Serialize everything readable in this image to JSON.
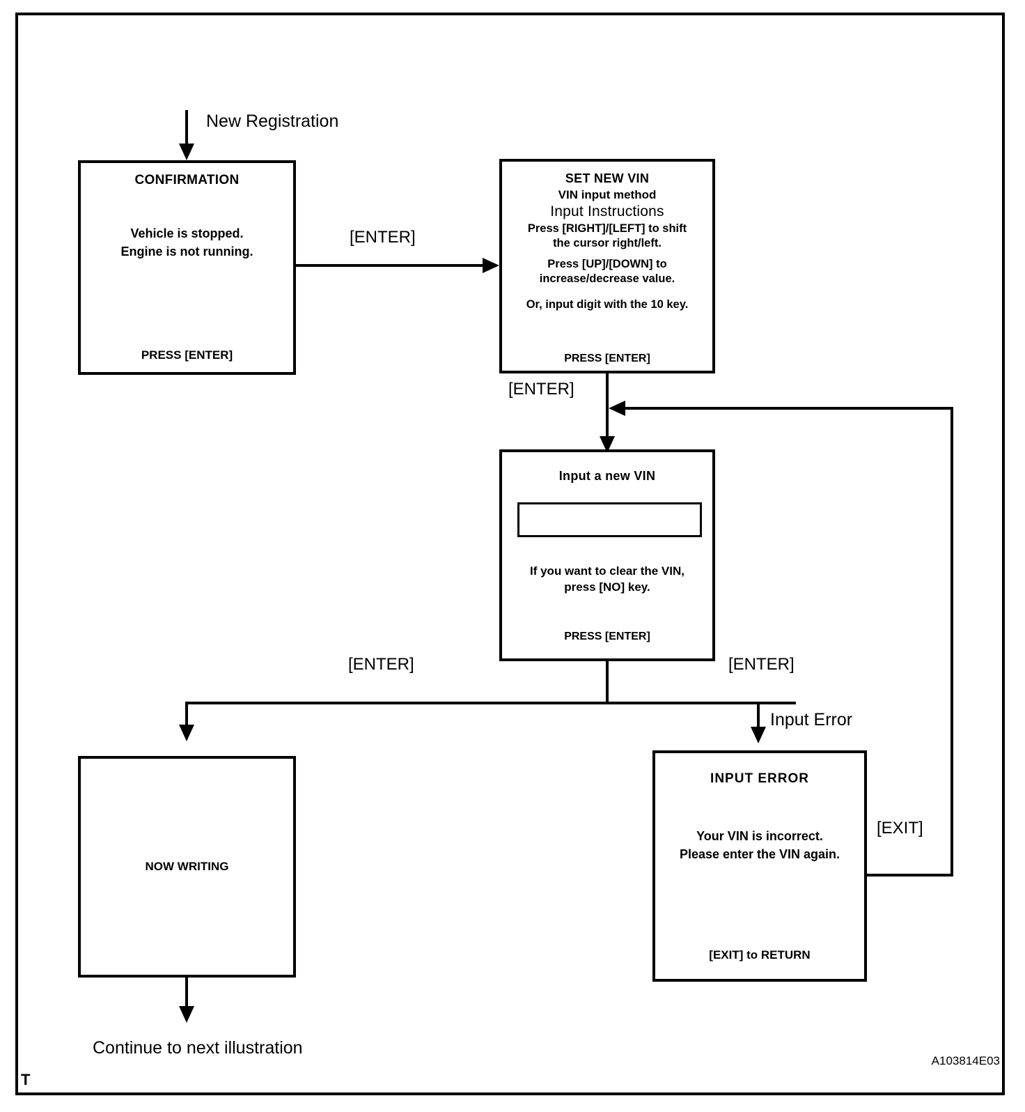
{
  "figure": {
    "code": "A103814E03",
    "corner_mark": "T"
  },
  "flow_notes": {
    "entry": "New Registration",
    "exit": "Continue to next illustration",
    "input_error": "Input Error"
  },
  "edge_labels": {
    "confirm_to_setvin": "[ENTER]",
    "setvin_to_inputvin": "[ENTER]",
    "inputvin_to_writing": "[ENTER]",
    "inputvin_to_error": "[ENTER]",
    "error_loop_back": "[EXIT]"
  },
  "boxes": {
    "confirmation": {
      "title": "CONFIRMATION",
      "lines": [
        "Vehicle is stopped.",
        "Engine is not running."
      ],
      "footer": "PRESS [ENTER]"
    },
    "set_new_vin": {
      "title": "SET NEW VIN",
      "subtitle": "VIN input method",
      "instructions_heading": "Input Instructions",
      "instruction_1": [
        "Press [RIGHT]/[LEFT] to shift",
        "the cursor right/left."
      ],
      "instruction_2": [
        "Press [UP]/[DOWN]  to",
        "increase/decrease value."
      ],
      "instruction_3": "Or, input digit with the 10 key.",
      "footer": "PRESS [ENTER]"
    },
    "input_new_vin": {
      "title": "Input a new VIN",
      "field_value": "",
      "field_placeholder": "",
      "note": [
        "If you want to clear the VIN,",
        "press [NO] key."
      ],
      "footer": "PRESS [ENTER]"
    },
    "now_writing": {
      "label": "NOW WRITING"
    },
    "input_error": {
      "title": "INPUT  ERROR",
      "lines": [
        "Your VIN is incorrect.",
        "Please enter the VIN again."
      ],
      "footer": "[EXIT] to RETURN"
    }
  },
  "colors": {
    "line": "#000000",
    "background": "#ffffff"
  }
}
